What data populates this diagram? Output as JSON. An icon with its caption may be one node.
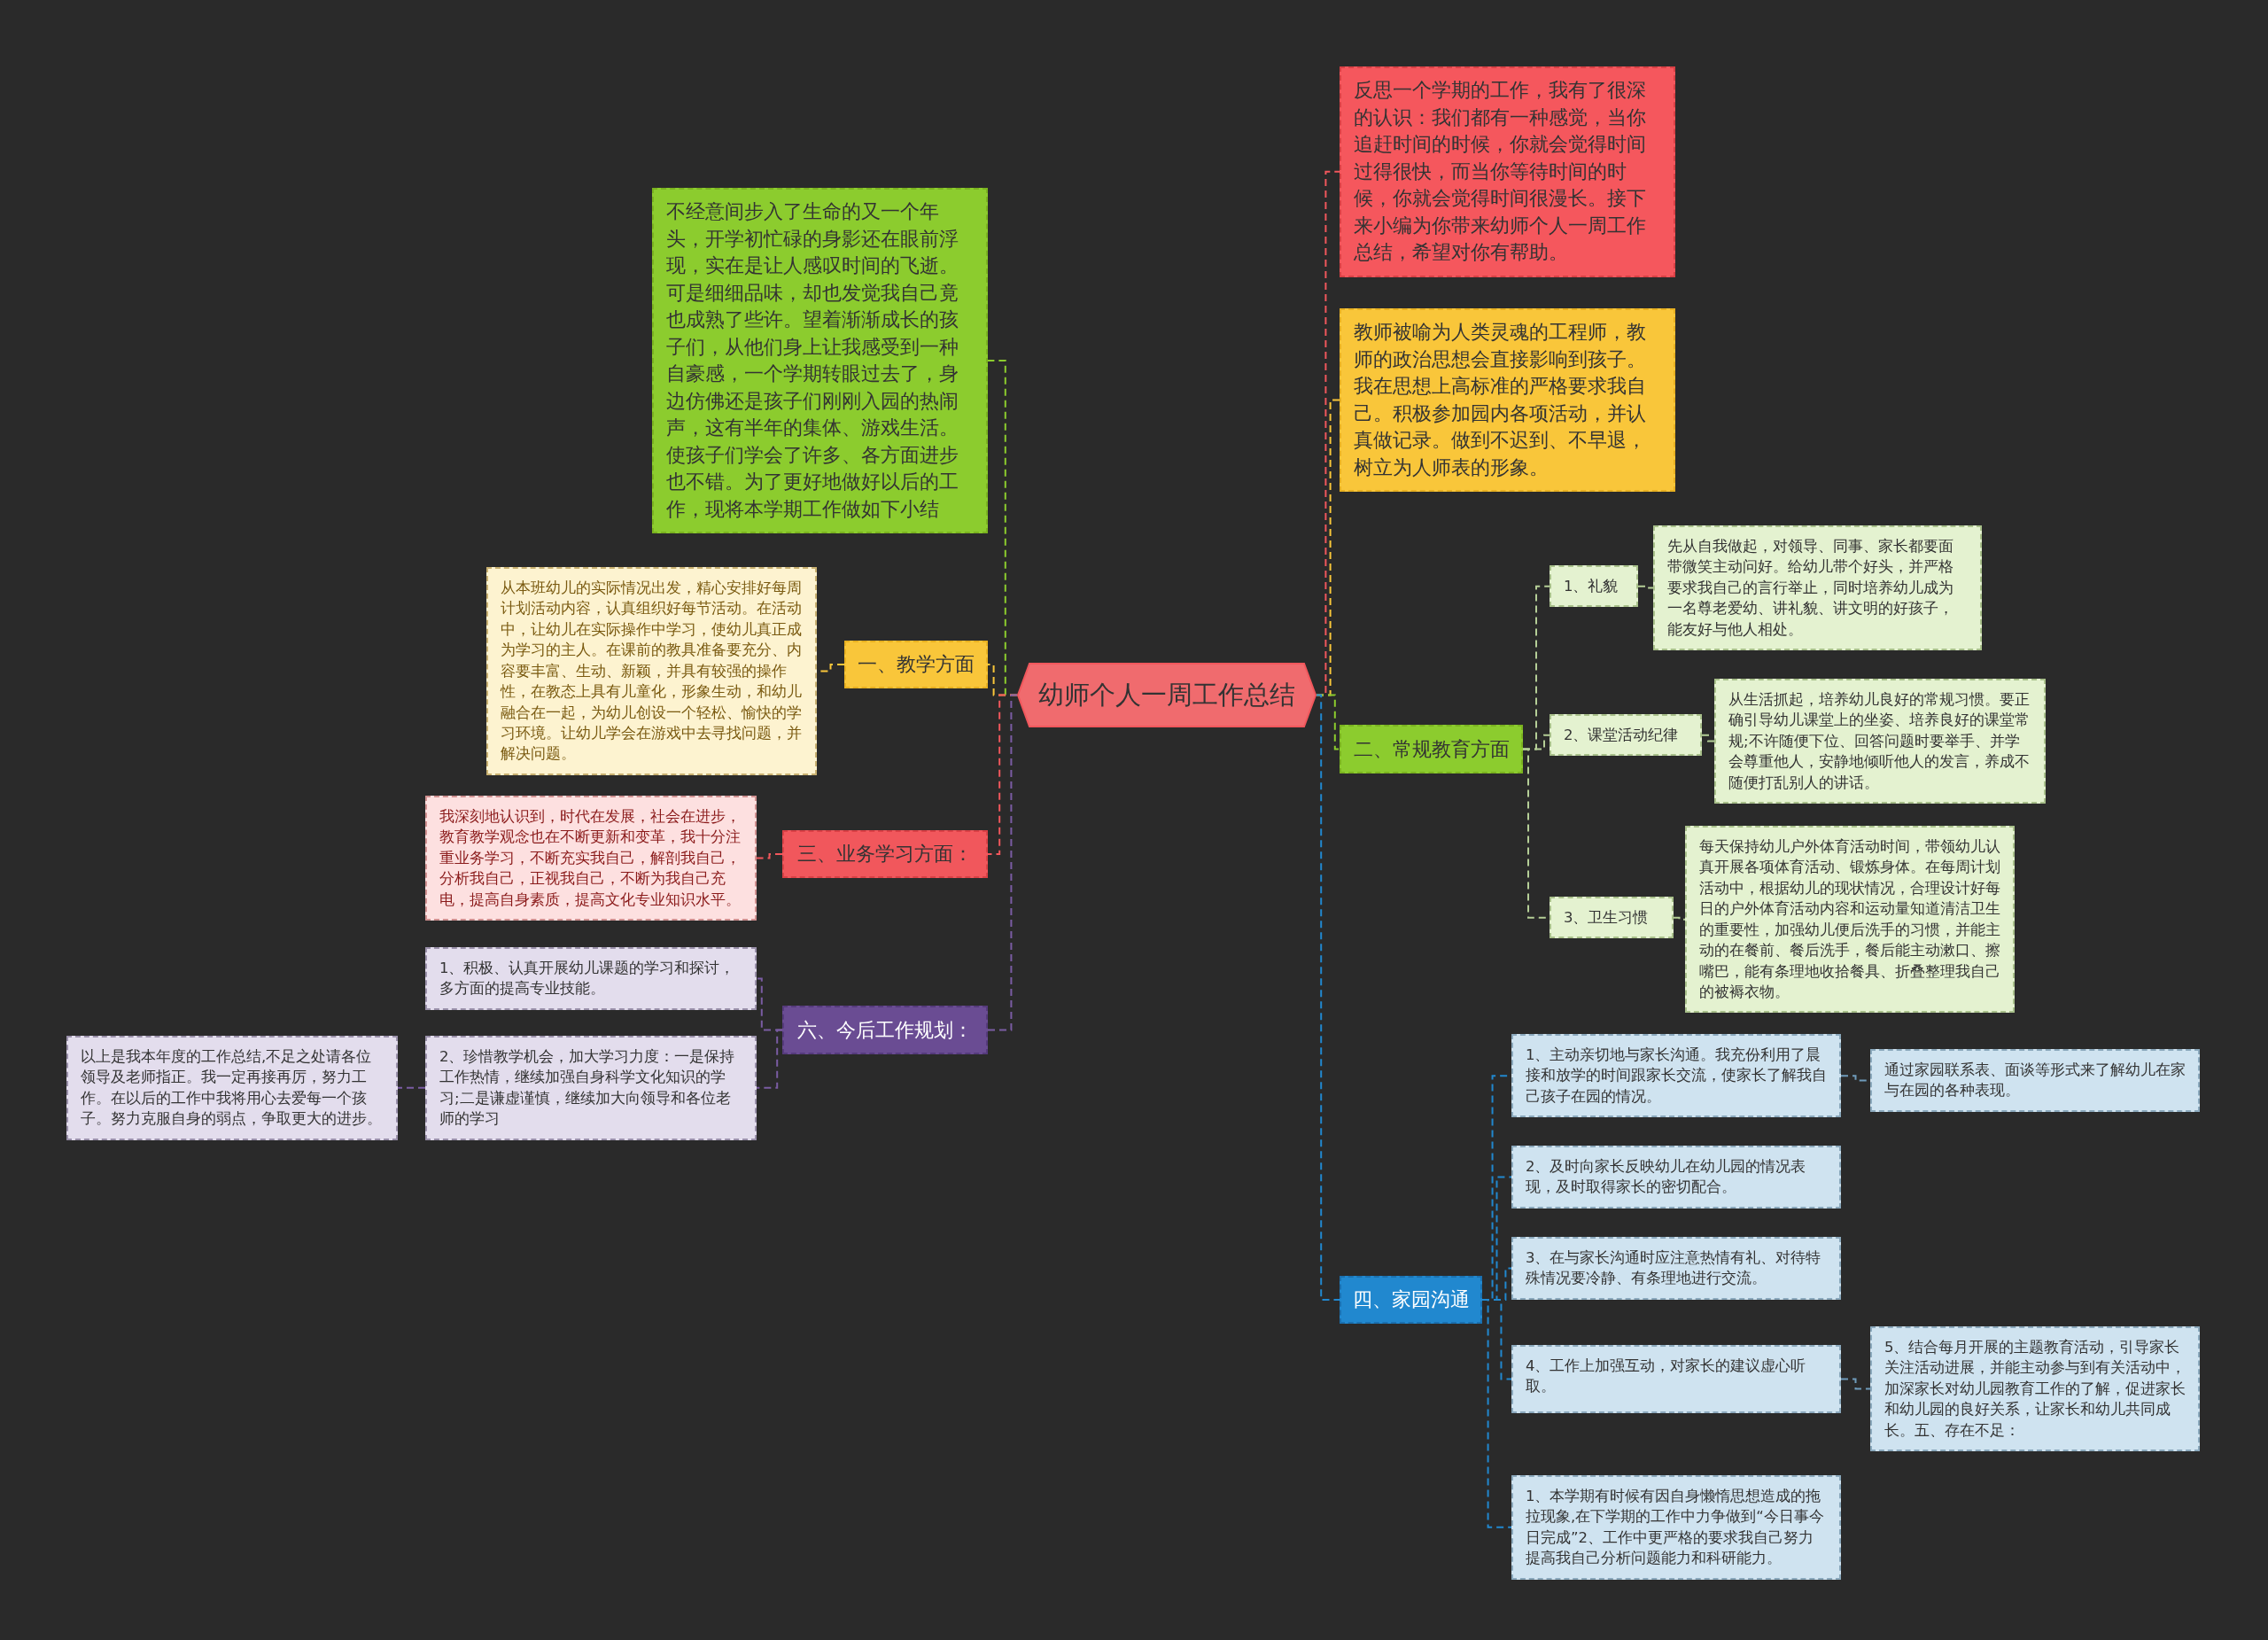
{
  "diagram": {
    "nodes": [
      {
        "text": [
          "幼师个人一周工作总结"
        ]
      },
      {
        "text": [
          "不经意间步入了生命的又一个年头，开学初忙碌的身影还在眼前浮现，实在是让人感叹时间的飞逝。可是细细品味，却也发觉我自己竟也成熟了些许。望着渐渐成长的孩子们，从他们身上让我感受到一种自豪感，一个学期转眼过去了，身边仿佛还是孩子们刚刚入园的热闹声，这有半年的集体、游戏生活。使孩子们学会了许多、各方面进步也不错。为了更好地做好以后的工作，现将本学期工作做如下小结"
        ]
      },
      {
        "text": [
          "一、教学方面"
        ]
      },
      {
        "text": [
          "从本班幼儿的实际情况出发，精心安排好每周计划活动内容，认真组织好每节活动。在活动中，让幼儿在实际操作中学习，使幼儿真正成为学习的主人。在课前的教具准备要充分、内容要丰富、生动、新颖，并具有较强的操作性，在教态上具有儿童化，形象生动，和幼儿融合在一起，为幼儿创设一个轻松、愉快的学习环境。让幼儿学会在游戏中去寻找问题，并解决问题。"
        ]
      },
      {
        "text": [
          "三、业务学习方面："
        ]
      },
      {
        "text": [
          "我深刻地认识到，时代在发展，社会在进步，教育教学观念也在不断更新和变革，我十分注重业务学习，不断充实我自己，解剖我自己，分析我自己，正视我自己，不断为我自己充电，提高自身素质，提高文化专业知识水平。"
        ]
      },
      {
        "text": [
          "六、今后工作规划："
        ]
      },
      {
        "text": [
          "1、积极、认真开展幼儿课题的学习和探讨，多方面的提高专业技能。"
        ]
      },
      {
        "text": [
          "2、珍惜教学机会，加大学习力度：一是保持工作热情，继续加强自身科学文化知识的学习;二是谦虚谨慎，继续加大向领导和各位老师的学习"
        ]
      },
      {
        "text": [
          "以上是我本年度的工作总结,不足之处请各位领导及老师指正。我一定再接再厉，努力工作。在以后的工作中我将用心去爱每一个孩子。努力克服自身的弱点，争取更大的进步。"
        ]
      },
      {
        "text": [
          "反思一个学期的工作，我有了很深的认识：我们都有一种感觉，当你追赶时间的时候，你就会觉得时间过得很快，而当你等待时间的时候，你就会觉得时间很漫长。接下来小编为你带来幼师个人一周工作总结，希望对你有帮助。"
        ]
      },
      {
        "text": [
          "教师被喻为人类灵魂的工程师，教师的政治思想会直接影响到孩子。我在思想上高标准的严格要求我自己。积极参加园内各项活动，并认真做记录。做到不迟到、不早退，树立为人师表的形象。"
        ]
      },
      {
        "text": [
          "二、常规教育方面"
        ]
      },
      {
        "text": [
          "1、礼貌"
        ]
      },
      {
        "text": [
          "先从自我做起，对领导、同事、家长都要面带微笑主动问好。给幼儿带个好头，并严格要求我自己的言行举止，同时培养幼儿成为一名尊老爱幼、讲礼貌、讲文明的好孩子，能友好与他人相处。"
        ]
      },
      {
        "text": [
          "2、课堂活动纪律"
        ]
      },
      {
        "text": [
          "从生活抓起，培养幼儿良好的常规习惯。要正确引导幼儿课堂上的坐姿、培养良好的课堂常规;不许随便下位、回答问题时要举手、并学会尊重他人，安静地倾听他人的发言，养成不随便打乱别人的讲话。"
        ]
      },
      {
        "text": [
          "3、卫生习惯"
        ]
      },
      {
        "text": [
          "每天保持幼儿户外体育活动时间，带领幼儿认真开展各项体育活动、锻炼身体。在每周计划活动中，根据幼儿的现状情况，合理设计好每日的户外体育活动内容和运动量知道清洁卫生的重要性，加强幼儿便后洗手的习惯，并能主动的在餐前、餐后洗手，餐后能主动漱口、擦嘴巴，能有条理地收拾餐具、折叠整理我自己的被褥衣物。"
        ]
      },
      {
        "text": [
          "四、家园沟通"
        ]
      },
      {
        "text": [
          "1、主动亲切地与家长沟通。我充份利用了晨接和放学的时间跟家长交流，使家长了解我自己孩子在园的情况。"
        ]
      },
      {
        "text": [
          "通过家园联系表、面谈等形式来了解幼儿在家与在园的各种表现。"
        ]
      },
      {
        "text": [
          "2、及时向家长反映幼儿在幼儿园的情况表现，及时取得家长的密切配合。"
        ]
      },
      {
        "text": [
          "3、在与家长沟通时应注意热情有礼、对待特殊情况要冷静、有条理地进行交流。"
        ]
      },
      {
        "text": [
          "4、工作上加强互动，对家长的建议虚心听取。"
        ]
      },
      {
        "text": [
          "5、结合每月开展的主题教育活动，引导家长关注活动进展，并能主动参与到有关活动中，加深家长对幼儿园教育工作的了解，促进家长和幼儿园的良好关系，让家长和幼儿共同成长。五、存在不足："
        ]
      },
      {
        "text": [
          "1、本学期有时候有因自身懒惰思想造成的拖拉现象,在下学期的工作中力争做到“今日事今日完成”2、工作中更严格的要求我自己努力提高我自己分析问题能力和科研能力。"
        ]
      }
    ],
    "edges": [
      {
        "from": 0,
        "to": 1,
        "arrow": "none",
        "color": "#8ccc2e"
      },
      {
        "from": 0,
        "to": 2,
        "arrow": "none",
        "color": "#f9c63a"
      },
      {
        "from": 0,
        "to": 4,
        "arrow": "none",
        "color": "#f1575c"
      },
      {
        "from": 0,
        "to": 6,
        "arrow": "none",
        "color": "#7a5ca3"
      },
      {
        "from": 2,
        "to": 3,
        "arrow": "none",
        "color": "#f9c63a"
      },
      {
        "from": 4,
        "to": 5,
        "arrow": "none",
        "color": "#f1575c"
      },
      {
        "from": 6,
        "to": 7,
        "arrow": "none",
        "color": "#7a5ca3"
      },
      {
        "from": 6,
        "to": 8,
        "arrow": "none",
        "color": "#7a5ca3"
      },
      {
        "from": 8,
        "to": 9,
        "arrow": "none",
        "color": "#7a5ca3"
      },
      {
        "from": 0,
        "to": 10,
        "arrow": "none",
        "color": "#f1575c"
      },
      {
        "from": 0,
        "to": 11,
        "arrow": "none",
        "color": "#f9c63a"
      },
      {
        "from": 0,
        "to": 12,
        "arrow": "none",
        "color": "#8ccc2e"
      },
      {
        "from": 12,
        "to": 13,
        "arrow": "none",
        "color": "#b5cf97"
      },
      {
        "from": 12,
        "to": 15,
        "arrow": "none",
        "color": "#b5cf97"
      },
      {
        "from": 12,
        "to": 17,
        "arrow": "none",
        "color": "#b5cf97"
      },
      {
        "from": 13,
        "to": 14,
        "arrow": "none",
        "color": "#b5cf97"
      },
      {
        "from": 15,
        "to": 16,
        "arrow": "none",
        "color": "#b5cf97"
      },
      {
        "from": 17,
        "to": 18,
        "arrow": "none",
        "color": "#b5cf97"
      },
      {
        "from": 0,
        "to": 19,
        "arrow": "none",
        "color": "#2188cf"
      },
      {
        "from": 19,
        "to": 20,
        "arrow": "none",
        "color": "#2188cf"
      },
      {
        "from": 19,
        "to": 22,
        "arrow": "none",
        "color": "#2188cf"
      },
      {
        "from": 19,
        "to": 23,
        "arrow": "none",
        "color": "#2188cf"
      },
      {
        "from": 19,
        "to": 24,
        "arrow": "none",
        "color": "#2188cf"
      },
      {
        "from": 19,
        "to": 26,
        "arrow": "none",
        "color": "#2188cf"
      },
      {
        "from": 20,
        "to": 21,
        "arrow": "none",
        "color": "#6f9bbb"
      },
      {
        "from": 24,
        "to": 25,
        "arrow": "none",
        "color": "#6f9bbb"
      }
    ]
  }
}
